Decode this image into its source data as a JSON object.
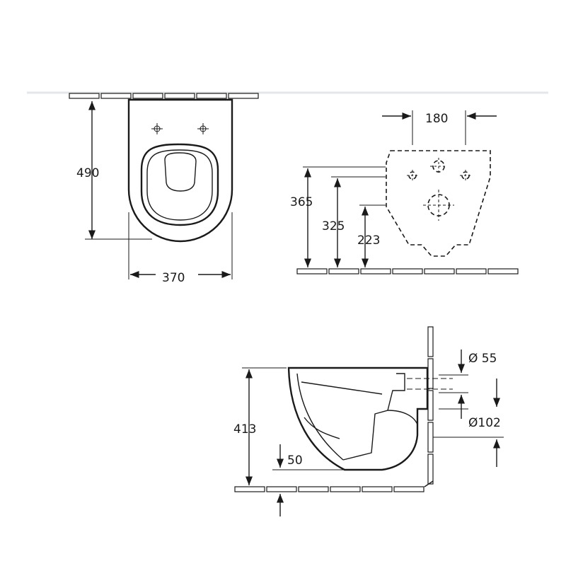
{
  "colors": {
    "line": "#1a1a1a",
    "background": "#ffffff",
    "rule": "#e3e7ea"
  },
  "dimensions": {
    "top_depth": "490",
    "top_width": "370",
    "rear_hole_spacing": "180",
    "rear_height_upper": "365",
    "rear_height_mid": "325",
    "rear_height_lower": "223",
    "side_height": "413",
    "side_floor_gap": "50",
    "side_inlet_diameter": "Ø 55",
    "side_outlet_diameter": "Ø102"
  }
}
